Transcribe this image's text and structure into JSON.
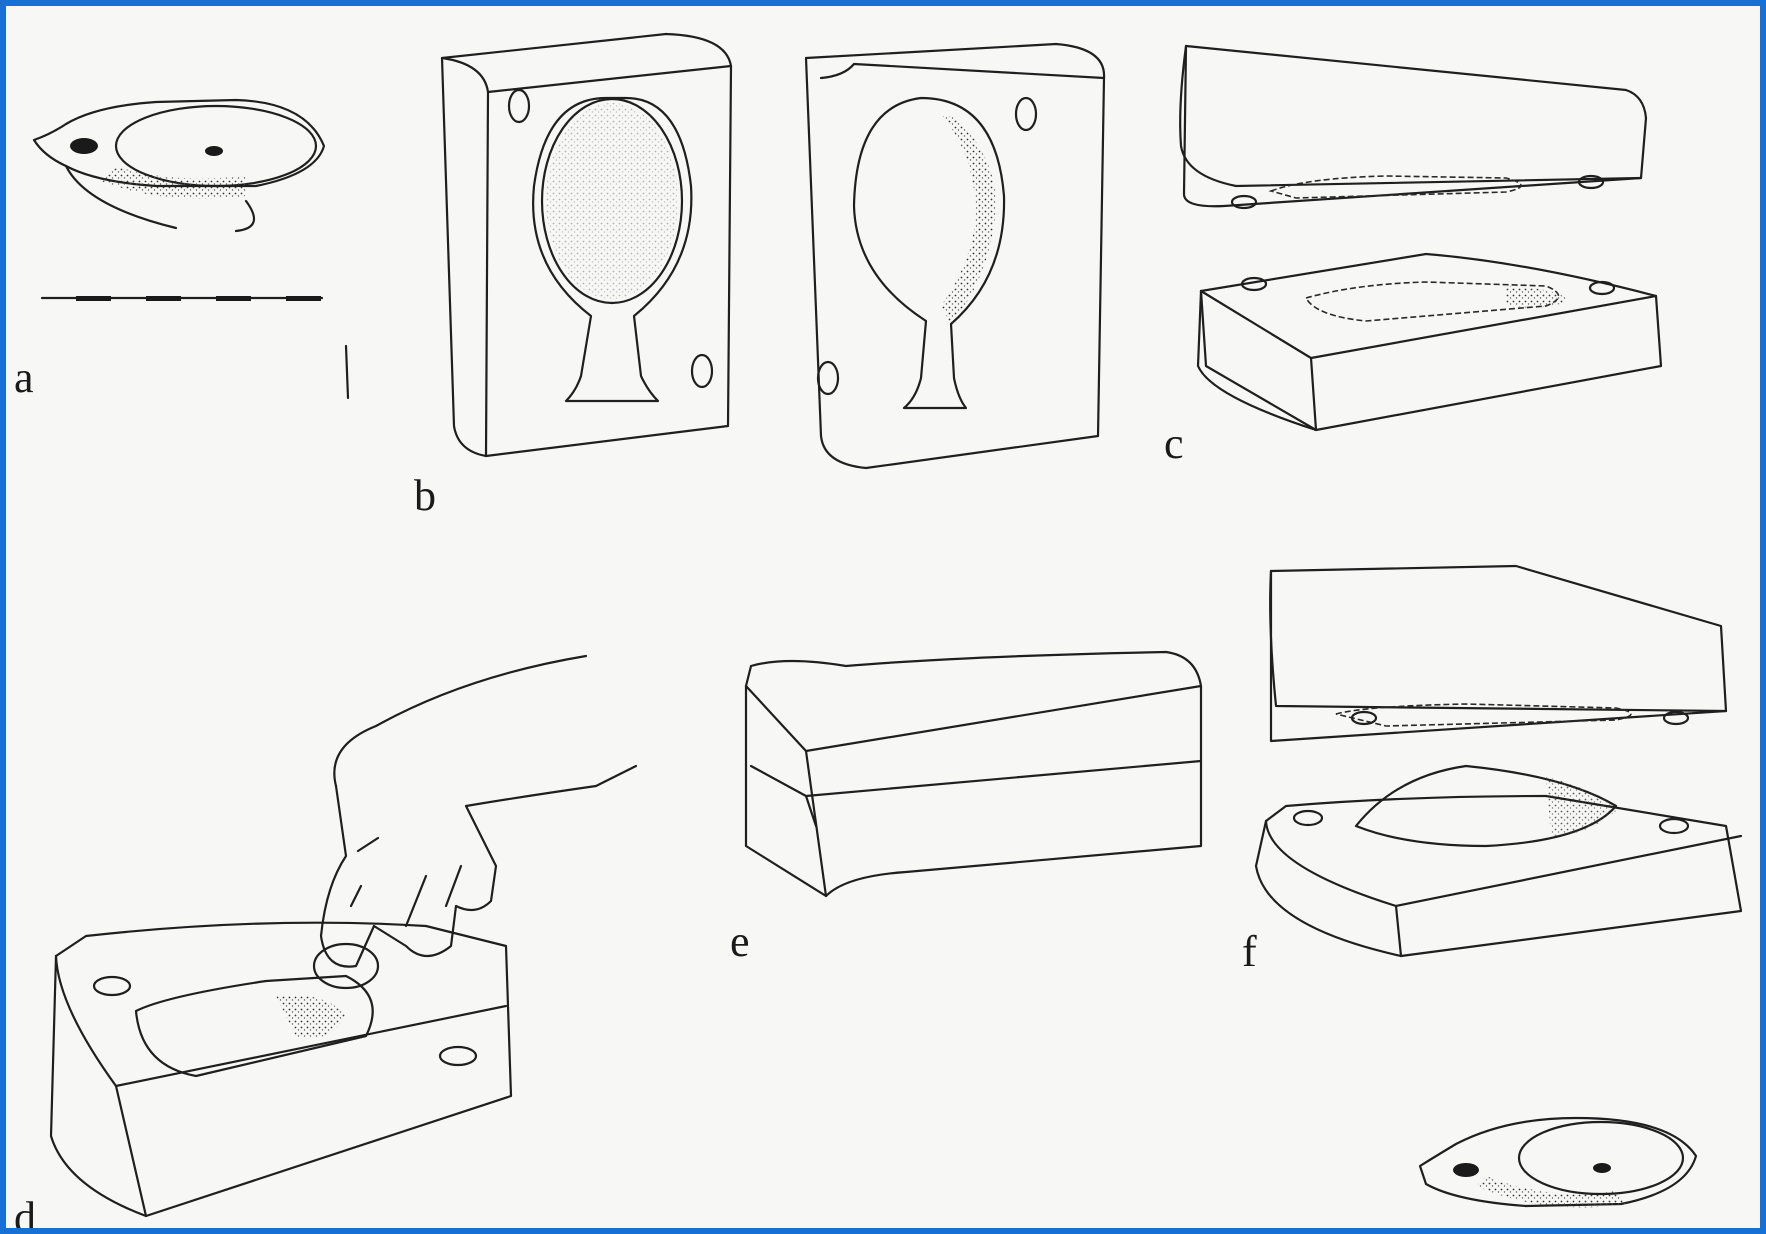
{
  "figure": {
    "labels": {
      "a": "a",
      "b": "b",
      "c": "c",
      "d": "d",
      "e": "e",
      "f": "f"
    },
    "scale_bar": {
      "segments": 8
    },
    "colors": {
      "border": "#1670d6",
      "paper": "#f7f7f6",
      "ink": "#1f1f1f"
    }
  }
}
